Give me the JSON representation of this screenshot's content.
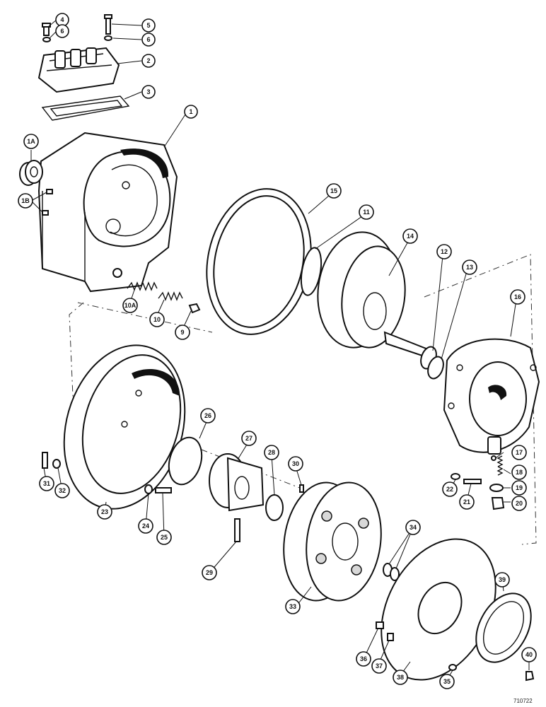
{
  "figure": {
    "reference_number": "710722"
  },
  "callouts": [
    "4",
    "5",
    "6",
    "6",
    "2",
    "3",
    "1",
    "1A",
    "1B",
    "15",
    "11",
    "14",
    "12",
    "13",
    "16",
    "10A",
    "10",
    "9",
    "26",
    "27",
    "28",
    "30",
    "17",
    "18",
    "19",
    "20",
    "22",
    "21",
    "31",
    "32",
    "23",
    "24",
    "25",
    "29",
    "33",
    "34",
    "39",
    "36",
    "37",
    "38",
    "35",
    "40"
  ]
}
